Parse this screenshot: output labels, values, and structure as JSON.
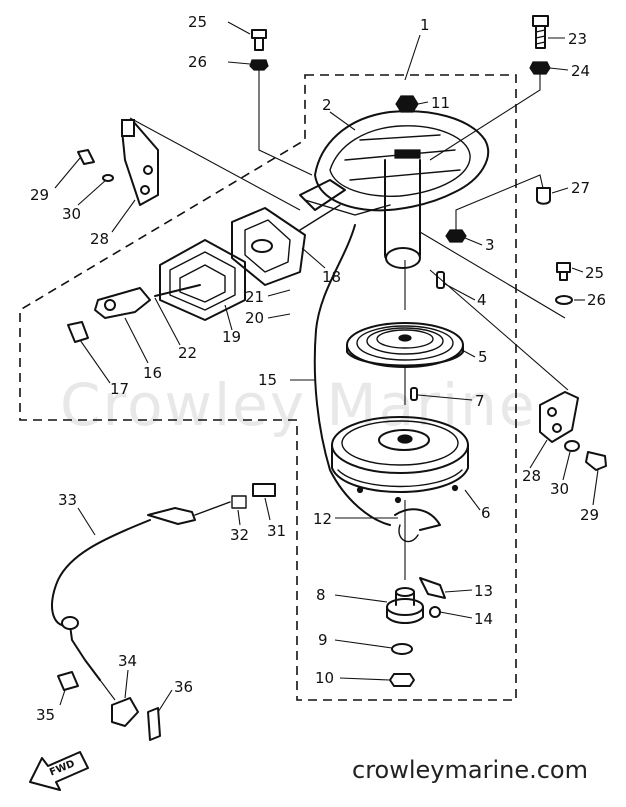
{
  "watermark": "Crowley Marine",
  "site_label": "crowleymarine.com",
  "fwd_label": "FWD",
  "callouts": {
    "c1": "1",
    "c2": "2",
    "c3": "3",
    "c4": "4",
    "c5": "5",
    "c6": "6",
    "c7": "7",
    "c8": "8",
    "c9": "9",
    "c10": "10",
    "c11": "11",
    "c12": "12",
    "c13": "13",
    "c14": "14",
    "c15": "15",
    "c16": "16",
    "c17": "17",
    "c18": "18",
    "c19": "19",
    "c20": "20",
    "c21": "21",
    "c22": "22",
    "c23": "23",
    "c24": "24",
    "c25a": "25",
    "c25b": "25",
    "c26a": "26",
    "c26b": "26",
    "c27": "27",
    "c28a": "28",
    "c28b": "28",
    "c29a": "29",
    "c29b": "29",
    "c30a": "30",
    "c30b": "30",
    "c31": "31",
    "c32": "32",
    "c33": "33",
    "c34": "34",
    "c35": "35",
    "c36": "36"
  }
}
